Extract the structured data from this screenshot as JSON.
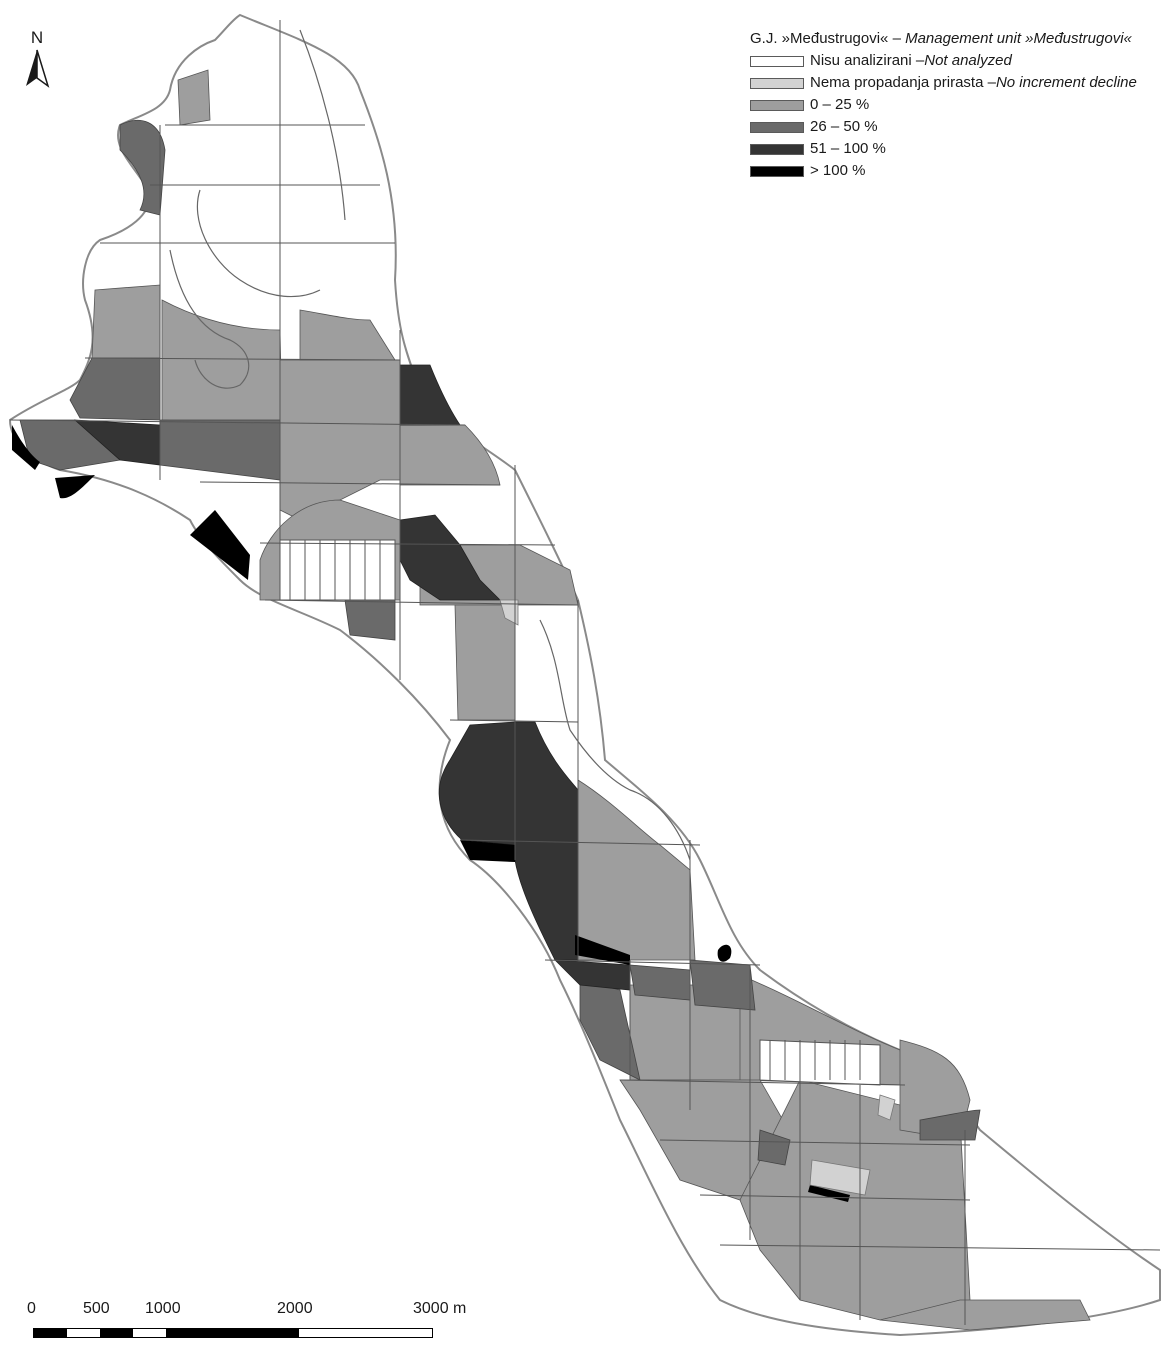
{
  "legend": {
    "title_plain": "G.J. »Međustrugovi« – ",
    "title_italic": "Management unit »Međustrugovi«",
    "items": [
      {
        "plain": "Nisu analizirani – ",
        "italic": "Not analyzed",
        "color": "#ffffff"
      },
      {
        "plain": "Nema propadanja prirasta – ",
        "italic": "No increment decline",
        "color": "#d2d2d2"
      },
      {
        "plain": "0 – 25 %",
        "italic": "",
        "color": "#9e9e9e"
      },
      {
        "plain": "26 – 50 %",
        "italic": "",
        "color": "#6a6a6a"
      },
      {
        "plain": "51 – 100 %",
        "italic": "",
        "color": "#343434"
      },
      {
        "plain": "> 100 %",
        "italic": "",
        "color": "#000000"
      }
    ]
  },
  "north_arrow": {
    "label": "N"
  },
  "scale_bar": {
    "labels": [
      "0",
      "500",
      "1000",
      "2000",
      "3000 m"
    ],
    "unit": "m"
  }
}
